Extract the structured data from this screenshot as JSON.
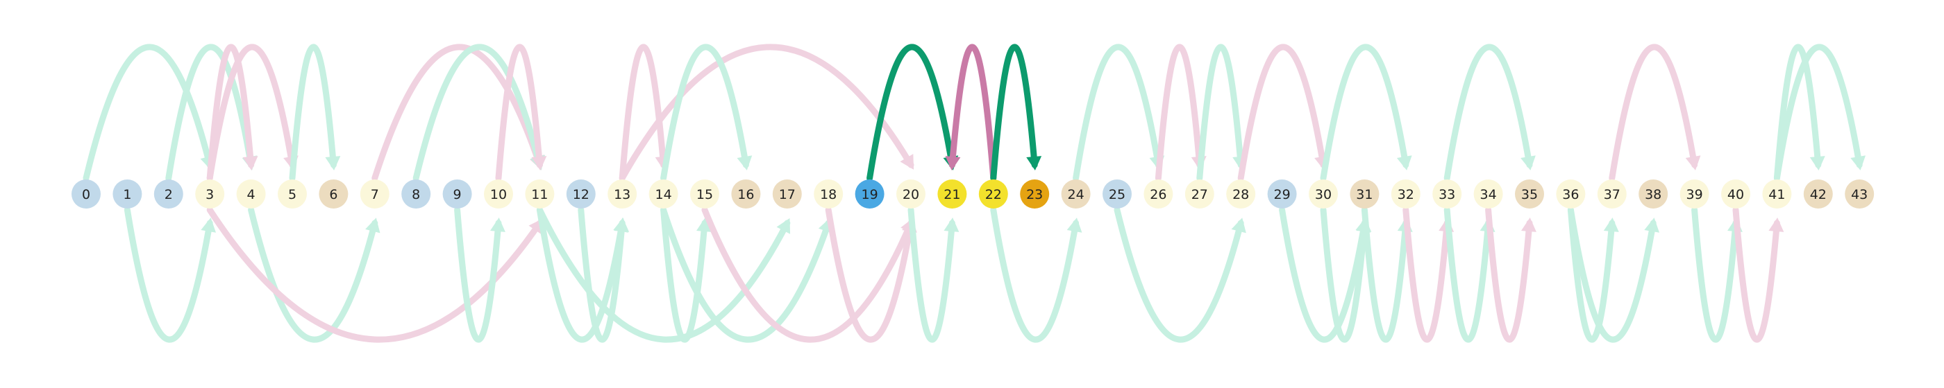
{
  "diagram": {
    "type": "arc-diagram",
    "colors": {
      "edge_faint_green": "#c6f0e1",
      "edge_faint_pink": "#f0d2e0",
      "edge_strong_green": "#0c9b6d",
      "edge_strong_pink": "#c97aa6",
      "node_blue": "#c1d9ea",
      "node_cream": "#fbf7da",
      "node_tan": "#ecdcbf",
      "node_focus_blue": "#4aa8e3",
      "node_yellow": "#f3e12c",
      "node_orange": "#e5a312"
    },
    "nodes": [
      {
        "label": "0",
        "color": "#c1d9ea"
      },
      {
        "label": "1",
        "color": "#c1d9ea"
      },
      {
        "label": "2",
        "color": "#c1d9ea"
      },
      {
        "label": "3",
        "color": "#fbf7da"
      },
      {
        "label": "4",
        "color": "#fbf7da"
      },
      {
        "label": "5",
        "color": "#fbf7da"
      },
      {
        "label": "6",
        "color": "#ecdcbf"
      },
      {
        "label": "7",
        "color": "#fbf7da"
      },
      {
        "label": "8",
        "color": "#c1d9ea"
      },
      {
        "label": "9",
        "color": "#c1d9ea"
      },
      {
        "label": "10",
        "color": "#fbf7da"
      },
      {
        "label": "11",
        "color": "#fbf7da"
      },
      {
        "label": "12",
        "color": "#c1d9ea"
      },
      {
        "label": "13",
        "color": "#fbf7da"
      },
      {
        "label": "14",
        "color": "#fbf7da"
      },
      {
        "label": "15",
        "color": "#fbf7da"
      },
      {
        "label": "16",
        "color": "#ecdcbf"
      },
      {
        "label": "17",
        "color": "#ecdcbf"
      },
      {
        "label": "18",
        "color": "#fbf7da"
      },
      {
        "label": "19",
        "color": "#4aa8e3"
      },
      {
        "label": "20",
        "color": "#fbf7da"
      },
      {
        "label": "21",
        "color": "#f3e12c"
      },
      {
        "label": "22",
        "color": "#f3e12c"
      },
      {
        "label": "23",
        "color": "#e5a312"
      },
      {
        "label": "24",
        "color": "#ecdcbf"
      },
      {
        "label": "25",
        "color": "#c1d9ea"
      },
      {
        "label": "26",
        "color": "#fbf7da"
      },
      {
        "label": "27",
        "color": "#fbf7da"
      },
      {
        "label": "28",
        "color": "#fbf7da"
      },
      {
        "label": "29",
        "color": "#c1d9ea"
      },
      {
        "label": "30",
        "color": "#fbf7da"
      },
      {
        "label": "31",
        "color": "#ecdcbf"
      },
      {
        "label": "32",
        "color": "#fbf7da"
      },
      {
        "label": "33",
        "color": "#fbf7da"
      },
      {
        "label": "34",
        "color": "#fbf7da"
      },
      {
        "label": "35",
        "color": "#ecdcbf"
      },
      {
        "label": "36",
        "color": "#fbf7da"
      },
      {
        "label": "37",
        "color": "#fbf7da"
      },
      {
        "label": "38",
        "color": "#ecdcbf"
      },
      {
        "label": "39",
        "color": "#fbf7da"
      },
      {
        "label": "40",
        "color": "#fbf7da"
      },
      {
        "label": "41",
        "color": "#fbf7da"
      },
      {
        "label": "42",
        "color": "#ecdcbf"
      },
      {
        "label": "43",
        "color": "#ecdcbf"
      }
    ],
    "edges": [
      {
        "from": 0,
        "to": 3,
        "side": "above",
        "color": "#c6f0e1"
      },
      {
        "from": 2,
        "to": 4,
        "side": "above",
        "color": "#c6f0e1"
      },
      {
        "from": 3,
        "to": 4,
        "side": "above",
        "color": "#f0d2e0"
      },
      {
        "from": 3,
        "to": 5,
        "side": "above",
        "color": "#f0d2e0"
      },
      {
        "from": 5,
        "to": 6,
        "side": "above",
        "color": "#c6f0e1"
      },
      {
        "from": 7,
        "to": 11,
        "side": "above",
        "color": "#f0d2e0"
      },
      {
        "from": 8,
        "to": 11,
        "side": "above",
        "color": "#c6f0e1"
      },
      {
        "from": 10,
        "to": 11,
        "side": "above",
        "color": "#f0d2e0"
      },
      {
        "from": 13,
        "to": 14,
        "side": "above",
        "color": "#f0d2e0"
      },
      {
        "from": 13,
        "to": 20,
        "side": "above",
        "color": "#f0d2e0"
      },
      {
        "from": 14,
        "to": 16,
        "side": "above",
        "color": "#c6f0e1"
      },
      {
        "from": 19,
        "to": 21,
        "side": "above",
        "color": "#0c9b6d"
      },
      {
        "from": 22,
        "to": 21,
        "side": "above",
        "color": "#c97aa6"
      },
      {
        "from": 22,
        "to": 23,
        "side": "above",
        "color": "#0c9b6d"
      },
      {
        "from": 24,
        "to": 26,
        "side": "above",
        "color": "#c6f0e1"
      },
      {
        "from": 26,
        "to": 27,
        "side": "above",
        "color": "#f0d2e0"
      },
      {
        "from": 27,
        "to": 28,
        "side": "above",
        "color": "#c6f0e1"
      },
      {
        "from": 28,
        "to": 30,
        "side": "above",
        "color": "#f0d2e0"
      },
      {
        "from": 30,
        "to": 32,
        "side": "above",
        "color": "#c6f0e1"
      },
      {
        "from": 33,
        "to": 35,
        "side": "above",
        "color": "#c6f0e1"
      },
      {
        "from": 37,
        "to": 39,
        "side": "above",
        "color": "#f0d2e0"
      },
      {
        "from": 41,
        "to": 42,
        "side": "above",
        "color": "#c6f0e1"
      },
      {
        "from": 41,
        "to": 43,
        "side": "above",
        "color": "#c6f0e1"
      },
      {
        "from": 1,
        "to": 3,
        "side": "below",
        "color": "#c6f0e1"
      },
      {
        "from": 4,
        "to": 7,
        "side": "below",
        "color": "#c6f0e1"
      },
      {
        "from": 3,
        "to": 11,
        "side": "below",
        "color": "#f0d2e0"
      },
      {
        "from": 9,
        "to": 10,
        "side": "below",
        "color": "#c6f0e1"
      },
      {
        "from": 11,
        "to": 13,
        "side": "below",
        "color": "#c6f0e1"
      },
      {
        "from": 12,
        "to": 13,
        "side": "below",
        "color": "#c6f0e1"
      },
      {
        "from": 14,
        "to": 15,
        "side": "below",
        "color": "#c6f0e1"
      },
      {
        "from": 11,
        "to": 17,
        "side": "below",
        "color": "#c6f0e1"
      },
      {
        "from": 14,
        "to": 18,
        "side": "below",
        "color": "#c6f0e1"
      },
      {
        "from": 15,
        "to": 20,
        "side": "below",
        "color": "#f0d2e0"
      },
      {
        "from": 18,
        "to": 20,
        "side": "below",
        "color": "#f0d2e0"
      },
      {
        "from": 20,
        "to": 21,
        "side": "below",
        "color": "#c6f0e1"
      },
      {
        "from": 22,
        "to": 24,
        "side": "below",
        "color": "#c6f0e1"
      },
      {
        "from": 25,
        "to": 28,
        "side": "below",
        "color": "#c6f0e1"
      },
      {
        "from": 29,
        "to": 31,
        "side": "below",
        "color": "#c6f0e1"
      },
      {
        "from": 30,
        "to": 31,
        "side": "below",
        "color": "#c6f0e1"
      },
      {
        "from": 31,
        "to": 32,
        "side": "below",
        "color": "#c6f0e1"
      },
      {
        "from": 32,
        "to": 33,
        "side": "below",
        "color": "#f0d2e0"
      },
      {
        "from": 33,
        "to": 34,
        "side": "below",
        "color": "#c6f0e1"
      },
      {
        "from": 34,
        "to": 35,
        "side": "below",
        "color": "#f0d2e0"
      },
      {
        "from": 36,
        "to": 37,
        "side": "below",
        "color": "#c6f0e1"
      },
      {
        "from": 36,
        "to": 38,
        "side": "below",
        "color": "#c6f0e1"
      },
      {
        "from": 39,
        "to": 40,
        "side": "below",
        "color": "#c6f0e1"
      },
      {
        "from": 40,
        "to": 41,
        "side": "below",
        "color": "#f0d2e0"
      }
    ]
  }
}
